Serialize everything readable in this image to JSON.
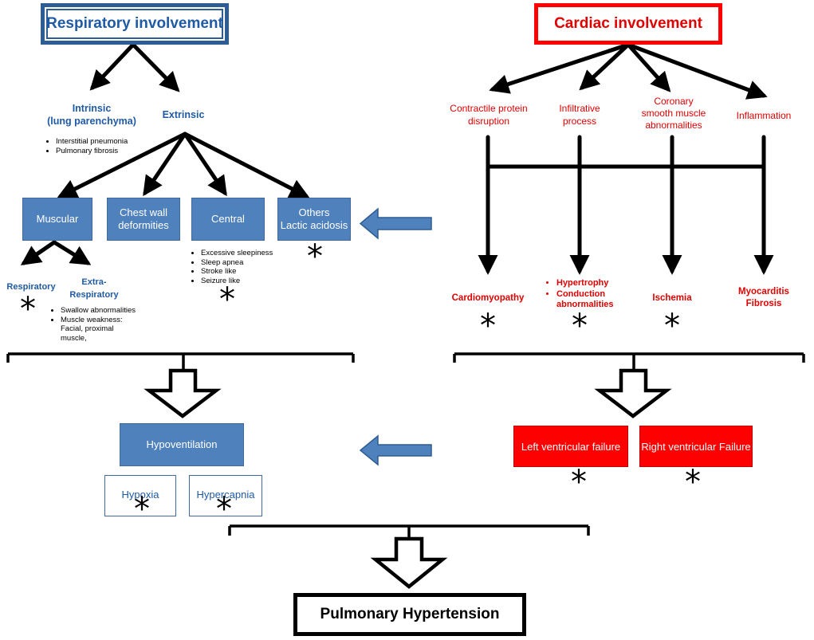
{
  "respiratory": {
    "title": "Respiratory involvement",
    "intrinsic_label": "Intrinsic\n(lung parenchyma)",
    "intrinsic_items": [
      "Interstitial pneumonia",
      "Pulmonary fibrosis"
    ],
    "extrinsic_label": "Extrinsic",
    "categories": [
      "Muscular",
      "Chest wall deformities",
      "Central",
      "Others\nLactic acidosis"
    ],
    "central_items": [
      "Excessive sleepiness",
      "Sleep apnea",
      "Stroke like",
      "Seizure like"
    ],
    "respiratory_label": "Respiratory",
    "extra_respiratory_label": "Extra-\nRespiratory",
    "extra_items": [
      "Swallow abnormalities",
      "Muscle weakness: Facial, proximal muscle,"
    ],
    "hypoventilation": "Hypoventilation",
    "hypoxia": "Hypoxia",
    "hypercapnia": "Hypercapnia"
  },
  "cardiac": {
    "title": "Cardiac involvement",
    "mechanisms": [
      "Contractile protein\ndisruption",
      "Infiltrative\nprocess",
      "Coronary\nsmooth muscle\nabnormalities",
      "Inflammation"
    ],
    "cardiomyopathy": "Cardiomyopathy",
    "hypertrophy_items": [
      "Hypertrophy",
      "Conduction abnormalities"
    ],
    "ischemia": "Ischemia",
    "myocarditis": "Myocarditis\nFibrosis",
    "lvf": "Left ventricular failure",
    "rvf": "Right ventricular Failure"
  },
  "outcome": "Pulmonary Hypertension",
  "star_glyph": "*",
  "colors": {
    "respiratory_blue": "#1f5aa6",
    "box_blue": "#4f81bd",
    "border_blue": "#2e5c94",
    "cardiac_red": "#ff0000"
  }
}
